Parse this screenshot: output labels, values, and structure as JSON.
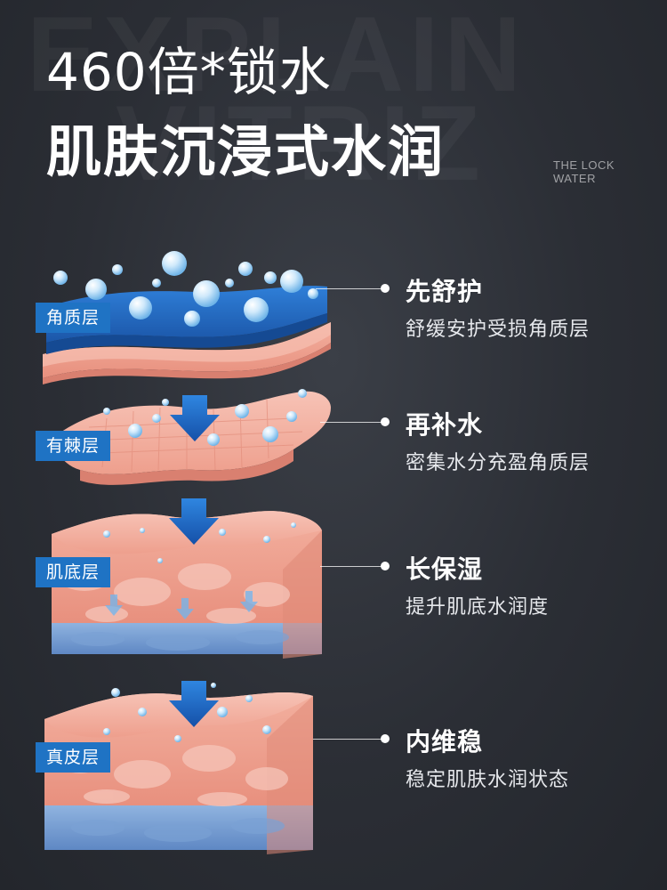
{
  "background_words": [
    "EXPLAIN",
    "VITRIZ"
  ],
  "header": {
    "title_line1": "460倍*锁水",
    "title_line2": "肌肤沉浸式水润",
    "badge_line1": "THE LOCK",
    "badge_line2": "WATER"
  },
  "layers": [
    {
      "tag": "角质层",
      "title": "先舒护",
      "desc": "舒缓安护受损角质层"
    },
    {
      "tag": "有棘层",
      "title": "再补水",
      "desc": "密集水分充盈角质层"
    },
    {
      "tag": "肌底层",
      "title": "长保湿",
      "desc": "提升肌底水润度"
    },
    {
      "tag": "真皮层",
      "title": "内维稳",
      "desc": "稳定肌肤水润状态"
    }
  ],
  "colors": {
    "tag_bg": "#1f73c4",
    "skin": "#f1a898",
    "water_blue": "#2a6fc8",
    "arrow_blue": "#1a5fb8"
  }
}
